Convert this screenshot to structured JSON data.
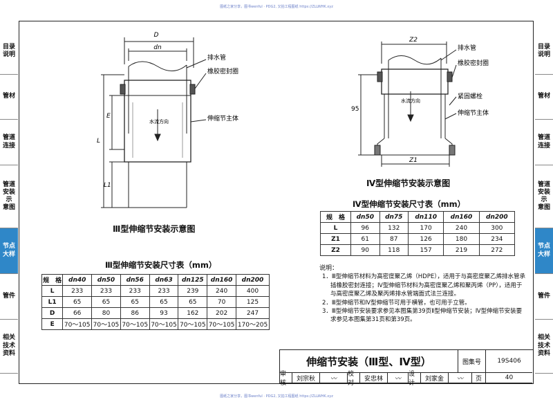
{
  "header_watermark": "图纸之家分享，图书wenful · PDG2, 又拍工程图纸 https://ZLLWHK.xyz",
  "footer_watermark": "图纸之家分享，图书wenful · PDG2, 又拍工程图纸 https://ZLLWHK.xyz",
  "left_nav": [
    "目录\n说明",
    "管材",
    "管道\n连接",
    "管道\n安装\n示\n意图",
    "节点\n大样",
    "管件",
    "相关\n技术\n资料"
  ],
  "right_nav": [
    "目录\n说明",
    "管材",
    "管道\n连接",
    "管道\n安装\n示\n意图",
    "节点\n大样",
    "管件",
    "相关\n技术\n资料"
  ],
  "active_nav_index": 4,
  "diagram3": {
    "caption": "Ⅲ型伸缩节安装示意图",
    "label_D": "D",
    "label_dn": "dn",
    "label_E": "E",
    "label_L": "L",
    "label_L1": "L1",
    "flow_text": "水流方向",
    "callouts": [
      "排水管",
      "橡胶密封圈",
      "伸缩节主体"
    ]
  },
  "diagram4": {
    "caption": "Ⅳ型伸缩节安装示意图",
    "label_Z2": "Z2",
    "label_Z1": "Z1",
    "label_95": "95",
    "flow_text": "水流方向",
    "callouts": [
      "排水管",
      "橡胶密封圈",
      "紧固螺栓",
      "伸缩节主体"
    ]
  },
  "table3": {
    "title": "Ⅲ型伸缩节安装尺寸表（mm）",
    "header": [
      "规　格",
      "dn40",
      "dn50",
      "dn56",
      "dn63",
      "dn125",
      "dn160",
      "dn200"
    ],
    "rows": [
      [
        "L",
        "233",
        "233",
        "233",
        "233",
        "239",
        "240",
        "400"
      ],
      [
        "L1",
        "65",
        "65",
        "65",
        "65",
        "65",
        "70",
        "125"
      ],
      [
        "D",
        "66",
        "80",
        "86",
        "93",
        "162",
        "202",
        "247"
      ],
      [
        "E",
        "70～105",
        "70～105",
        "70～105",
        "70～105",
        "70～105",
        "70～105",
        "170～205"
      ]
    ]
  },
  "table4": {
    "title": "Ⅳ型伸缩节安装尺寸表（mm）",
    "header": [
      "规　格",
      "dn50",
      "dn75",
      "dn110",
      "dn160",
      "dn200"
    ],
    "rows": [
      [
        "L",
        "96",
        "132",
        "170",
        "240",
        "300"
      ],
      [
        "Z1",
        "61",
        "87",
        "126",
        "180",
        "234"
      ],
      [
        "Z2",
        "90",
        "118",
        "157",
        "219",
        "272"
      ]
    ]
  },
  "notes": {
    "title": "说明：",
    "items": [
      "1．Ⅲ型伸缩节材料为高密度聚乙烯（HDPE），适用于与高密度聚乙烯排水管承插橡胶密封连接；Ⅳ型伸缩节材料为高密度聚乙烯和聚丙烯（PP），适用于与高密度聚乙烯及聚丙烯排水管端面式法兰连接。",
      "2．Ⅲ型伸缩节和Ⅳ型伸缩节可用于横管，也可用于立管。",
      "3．Ⅲ型伸缩节安装要求参见本图集第39页Ⅱ型伸缩节安装；Ⅳ型伸缩节安装要求参见本图集第31页和第39页。"
    ]
  },
  "title_block": {
    "title": "伸缩节安装（Ⅲ型、Ⅳ型）",
    "atlas_label": "图集号",
    "atlas_no": "19S406",
    "page_label": "页",
    "page_no": "40",
    "review_label": "审核",
    "reviewer": "刘宗秋",
    "check_label": "校对",
    "checker": "安忠林",
    "design_label": "设计",
    "designer": "刘家金"
  }
}
